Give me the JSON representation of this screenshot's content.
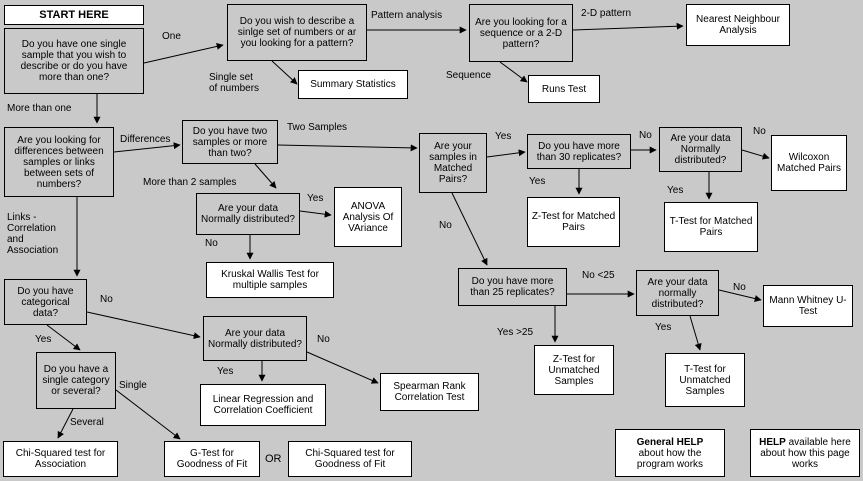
{
  "nodes": {
    "start": "START HERE",
    "q_one_or_more": "Do you have one single sample that you wish to describe or do you have more than one?",
    "q_describe": "Do you wish to describe a sinlge set of numbers or ar you looking for a pattern?",
    "q_sequence": "Are you looking for a sequence or a 2-D pattern?",
    "nearest": "Nearest Neighbour Analysis",
    "summary": "Summary Statistics",
    "runs": "Runs Test",
    "q_differences": "Are you looking for differences between samples or links between sets of numbers?",
    "q_two_samples": "Do you have two samples or more than two?",
    "q_matched": "Are your samples in Matched Pairs?",
    "q_30": "Do you have more than 30 replicates?",
    "q_normal_matched": "Are your data Normally distributed?",
    "wilcoxon": "Wilcoxon Matched Pairs",
    "q_normal_anova": "Are your data Normally distributed?",
    "anova": "ANOVA Analysis Of VAriance",
    "kruskal": "Kruskal Wallis Test for multiple samples",
    "ztest_matched": "Z-Test for Matched Pairs",
    "ttest_matched": "T-Test for Matched Pairs",
    "q_25": "Do you have more than 25 replicates?",
    "q_normal_unmatched": "Are your data normally distributed?",
    "mann": "Mann Whitney U-Test",
    "q_categorical": "Do you have categorical data?",
    "q_normal_corr": "Are your data Normally distributed?",
    "spearman": "Spearman Rank Correlation Test",
    "linear": "Linear Regression and Correlation Coefficient",
    "q_single_cat": "Do you have a single category or several?",
    "ztest_unmatched": "Z-Test for Unmatched Samples",
    "ttest_unmatched": "T-Test for Unmatched Samples",
    "chi_assoc": "Chi-Squared test for Association",
    "gtest": "G-Test for Goodness of Fit",
    "chi_fit": "Chi-Squared test for Goodness of Fit"
  },
  "help": {
    "general_bold": "General HELP",
    "general_rest": "about how the program works",
    "page_bold": "HELP",
    "page_rest": "available here about how this page works"
  },
  "edge_labels": {
    "one": "One",
    "pattern_analysis": "Pattern analysis",
    "two_d_pattern": "2-D pattern",
    "single_set": "Single set\nof numbers",
    "sequence": "Sequence",
    "more_than_one": "More than one",
    "differences": "Differences",
    "two_samples": "Two Samples",
    "yes_matched": "Yes",
    "no_30": "No",
    "no_wilcoxon": "No",
    "more_than_2": "More than 2 samples",
    "yes_anova": "Yes",
    "no_kruskal": "No",
    "yes_ztest": "Yes",
    "yes_ttest": "Yes",
    "links": "Links -\nCorrelation\nand\nAssociation",
    "no_unmatched": "No",
    "no_lt25": "No <25",
    "no_mann": "No",
    "yes_gt25": "Yes >25",
    "yes_ttest_unmatched": "Yes",
    "no_categorical": "No",
    "yes_categorical": "Yes",
    "no_spearman": "No",
    "yes_linear": "Yes",
    "single": "Single",
    "several": "Several",
    "or": "OR"
  }
}
